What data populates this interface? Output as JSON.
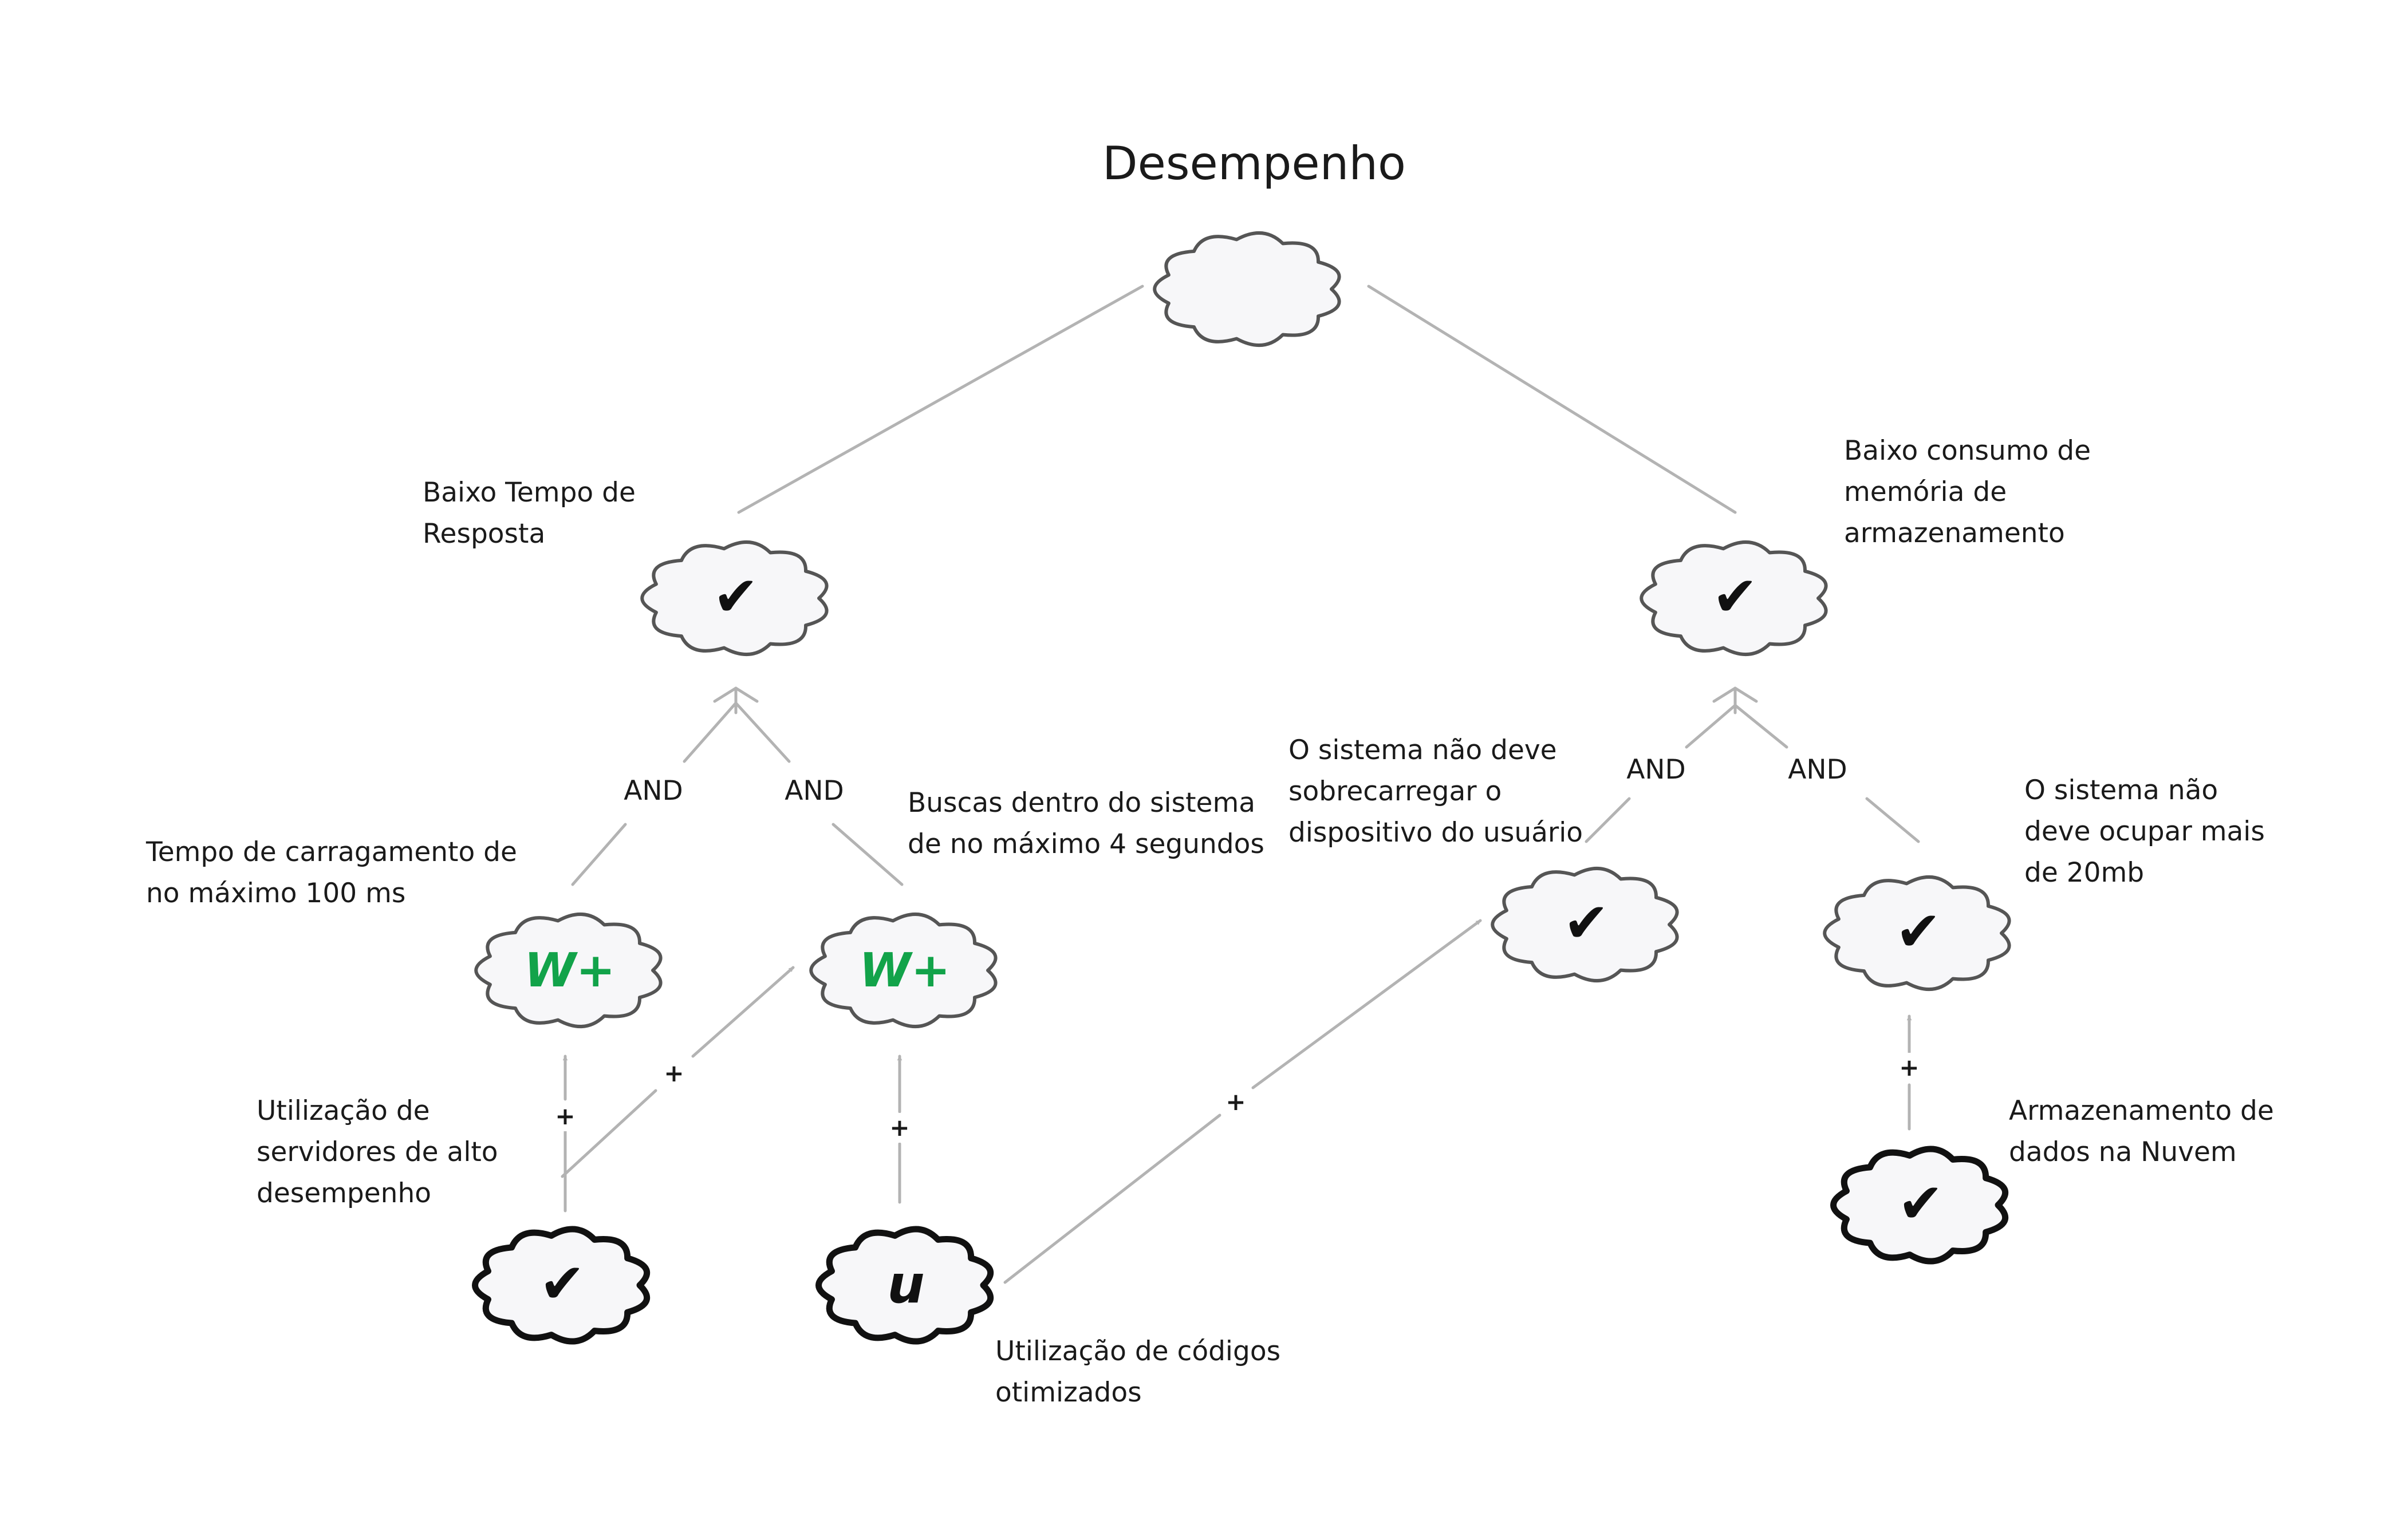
{
  "diagram": {
    "title": "Desempenho",
    "softgoals": [
      {
        "id": "baixo-tempo",
        "label": "Baixo Tempo de\nResposta",
        "mark": "✔"
      },
      {
        "id": "baixo-consumo",
        "label": "Baixo consumo de\nmemória de\narmazenamento",
        "mark": "✔"
      },
      {
        "id": "tempo-carregamento",
        "label": "Tempo de carragamento de\nno máximo 100 ms",
        "mark": "W+"
      },
      {
        "id": "buscas",
        "label": "Buscas dentro do sistema\nde no máximo 4 segundos",
        "mark": "W+"
      },
      {
        "id": "nao-sobrecarregar",
        "label": "O sistema não deve\nsobrecarregar o\ndispositivo do usuário",
        "mark": "✔"
      },
      {
        "id": "nao-ocupar",
        "label": "O sistema não\ndeve ocupar mais\nde 20mb",
        "mark": "✔"
      }
    ],
    "operationalizations": [
      {
        "id": "servidores",
        "label": "Utilização de\nservidores de alto\ndesempenho",
        "mark": "✔"
      },
      {
        "id": "codigos",
        "label": "Utilização de códigos\notimizados",
        "mark": "u"
      },
      {
        "id": "nuvem",
        "label": "Armazenamento de\ndados na Nuvem",
        "mark": "✔"
      }
    ],
    "decompositions": [
      {
        "from": "tempo-carregamento",
        "to": "baixo-tempo",
        "label": "AND"
      },
      {
        "from": "buscas",
        "to": "baixo-tempo",
        "label": "AND"
      },
      {
        "from": "nao-sobrecarregar",
        "to": "baixo-consumo",
        "label": "AND"
      },
      {
        "from": "nao-ocupar",
        "to": "baixo-consumo",
        "label": "AND"
      }
    ],
    "contributions": [
      {
        "from": "servidores",
        "to": "tempo-carregamento",
        "label": "+"
      },
      {
        "from": "servidores",
        "to": "buscas",
        "label": "+"
      },
      {
        "from": "codigos",
        "to": "buscas",
        "label": "+"
      },
      {
        "from": "codigos",
        "to": "nao-sobrecarregar",
        "label": "+"
      },
      {
        "from": "nuvem",
        "to": "nao-ocupar",
        "label": "+"
      }
    ],
    "colors": {
      "line": "#b3b3b3",
      "softgoal_stroke": "#555555",
      "operationalization_stroke": "#111111",
      "cloud_fill": "#f7f7f9",
      "weak_positive": "#12a34a",
      "text": "#1a1a1a"
    }
  }
}
